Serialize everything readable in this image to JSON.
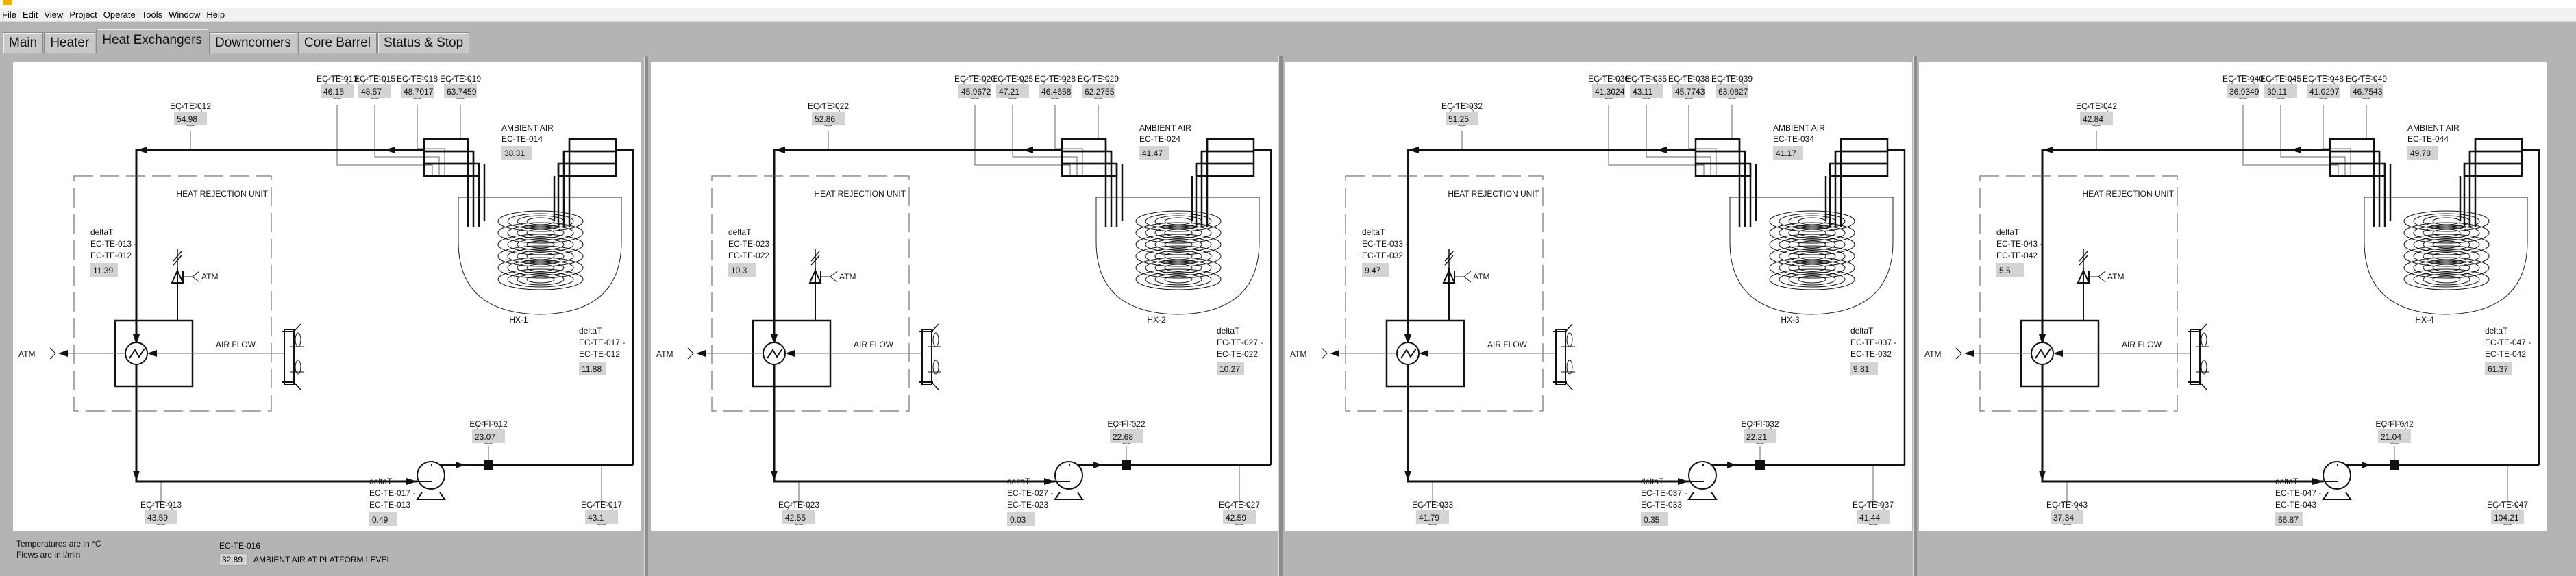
{
  "menu": [
    "File",
    "Edit",
    "View",
    "Project",
    "Operate",
    "Tools",
    "Window",
    "Help"
  ],
  "tabs": [
    "Main",
    "Heater",
    "Heat Exchangers",
    "Downcomers",
    "Core Barrel",
    "Status & Stop"
  ],
  "active_tab": "Heat Exchangers",
  "common": {
    "ambient_air": "AMBIENT AIR",
    "hru": "HEAT REJECTION UNIT",
    "atm": "ATM",
    "air_flow": "AIR FLOW",
    "delta_t": "deltaT"
  },
  "panels": [
    {
      "hx": "HX-1",
      "top_sensors": [
        {
          "tag": "EC-TE-010",
          "value": "46.15"
        },
        {
          "tag": "EC-TE-015",
          "value": "48.57"
        },
        {
          "tag": "EC-TE-018",
          "value": "48.7017"
        },
        {
          "tag": "EC-TE-019",
          "value": "63.7459"
        }
      ],
      "inlet": {
        "tag": "EC-TE-012",
        "value": "54.98"
      },
      "ambient": {
        "tag": "EC-TE-014",
        "value": "38.31"
      },
      "dt_left": {
        "l1": "EC-TE-013 -",
        "l2": "EC-TE-012",
        "value": "11.39"
      },
      "dt_right": {
        "l1": "EC-TE-017 -",
        "l2": "EC-TE-012",
        "value": "11.88"
      },
      "flow": {
        "tag": "EC-FI-012",
        "value": "23.07"
      },
      "outlet": {
        "tag": "EC-TE-013",
        "value": "43.59"
      },
      "dt_bottom": {
        "l1": "EC-TE-017 -",
        "l2": "EC-TE-013",
        "value": "0.49"
      },
      "ret": {
        "tag": "EC-TE-017",
        "value": "43.1"
      }
    },
    {
      "hx": "HX-2",
      "top_sensors": [
        {
          "tag": "EC-TE-020",
          "value": "45.9672"
        },
        {
          "tag": "EC-TE-025",
          "value": "47.21"
        },
        {
          "tag": "EC-TE-028",
          "value": "46.4658"
        },
        {
          "tag": "EC-TE-029",
          "value": "62.2755"
        }
      ],
      "inlet": {
        "tag": "EC-TE-022",
        "value": "52.86"
      },
      "ambient": {
        "tag": "EC-TE-024",
        "value": "41.47"
      },
      "dt_left": {
        "l1": "EC-TE-023 -",
        "l2": "EC-TE-022",
        "value": "10.3"
      },
      "dt_right": {
        "l1": "EC-TE-027 -",
        "l2": "EC-TE-022",
        "value": "10.27"
      },
      "flow": {
        "tag": "EC-FI-022",
        "value": "22.68"
      },
      "outlet": {
        "tag": "EC-TE-023",
        "value": "42.55"
      },
      "dt_bottom": {
        "l1": "EC-TE-027 -",
        "l2": "EC-TE-023",
        "value": "0.03"
      },
      "ret": {
        "tag": "EC-TE-027",
        "value": "42.59"
      }
    },
    {
      "hx": "HX-3",
      "top_sensors": [
        {
          "tag": "EC-TE-030",
          "value": "41.3024"
        },
        {
          "tag": "EC-TE-035",
          "value": "43.11"
        },
        {
          "tag": "EC-TE-038",
          "value": "45.7743"
        },
        {
          "tag": "EC-TE-039",
          "value": "63.0827"
        }
      ],
      "inlet": {
        "tag": "EC-TE-032",
        "value": "51.25"
      },
      "ambient": {
        "tag": "EC-TE-034",
        "value": "41.17"
      },
      "dt_left": {
        "l1": "EC-TE-033 -",
        "l2": "EC-TE-032",
        "value": "9.47"
      },
      "dt_right": {
        "l1": "EC-TE-037 -",
        "l2": "EC-TE-032",
        "value": "9.81"
      },
      "flow": {
        "tag": "EC-FI-032",
        "value": "22.21"
      },
      "outlet": {
        "tag": "EC-TE-033",
        "value": "41.79"
      },
      "dt_bottom": {
        "l1": "EC-TE-037 -",
        "l2": "EC-TE-033",
        "value": "0.35"
      },
      "ret": {
        "tag": "EC-TE-037",
        "value": "41.44"
      }
    },
    {
      "hx": "HX-4",
      "top_sensors": [
        {
          "tag": "EC-TE-040",
          "value": "36.9349"
        },
        {
          "tag": "EC-TE-045",
          "value": "39.11"
        },
        {
          "tag": "EC-TE-048",
          "value": "41.0297"
        },
        {
          "tag": "EC-TE-049",
          "value": "46.7543"
        }
      ],
      "inlet": {
        "tag": "EC-TE-042",
        "value": "42.84"
      },
      "ambient": {
        "tag": "EC-TE-044",
        "value": "49.78"
      },
      "dt_left": {
        "l1": "EC-TE-043 -",
        "l2": "EC-TE-042",
        "value": "5.5"
      },
      "dt_right": {
        "l1": "EC-TE-047 -",
        "l2": "EC-TE-042",
        "value": "61.37"
      },
      "flow": {
        "tag": "EC-FI-042",
        "value": "21.04"
      },
      "outlet": {
        "tag": "EC-TE-043",
        "value": "37.34"
      },
      "dt_bottom": {
        "l1": "EC-TE-047 -",
        "l2": "EC-TE-043",
        "value": "66.87"
      },
      "ret": {
        "tag": "EC-TE-047",
        "value": "104.21"
      }
    }
  ],
  "footer": {
    "temp_units": "Temperatures are in °C",
    "flow_units": "Flows are in l/min",
    "platform_tag": "EC-TE-016",
    "platform_value": "32.89",
    "platform_label": "AMBIENT AIR AT PLATFORM LEVEL"
  }
}
